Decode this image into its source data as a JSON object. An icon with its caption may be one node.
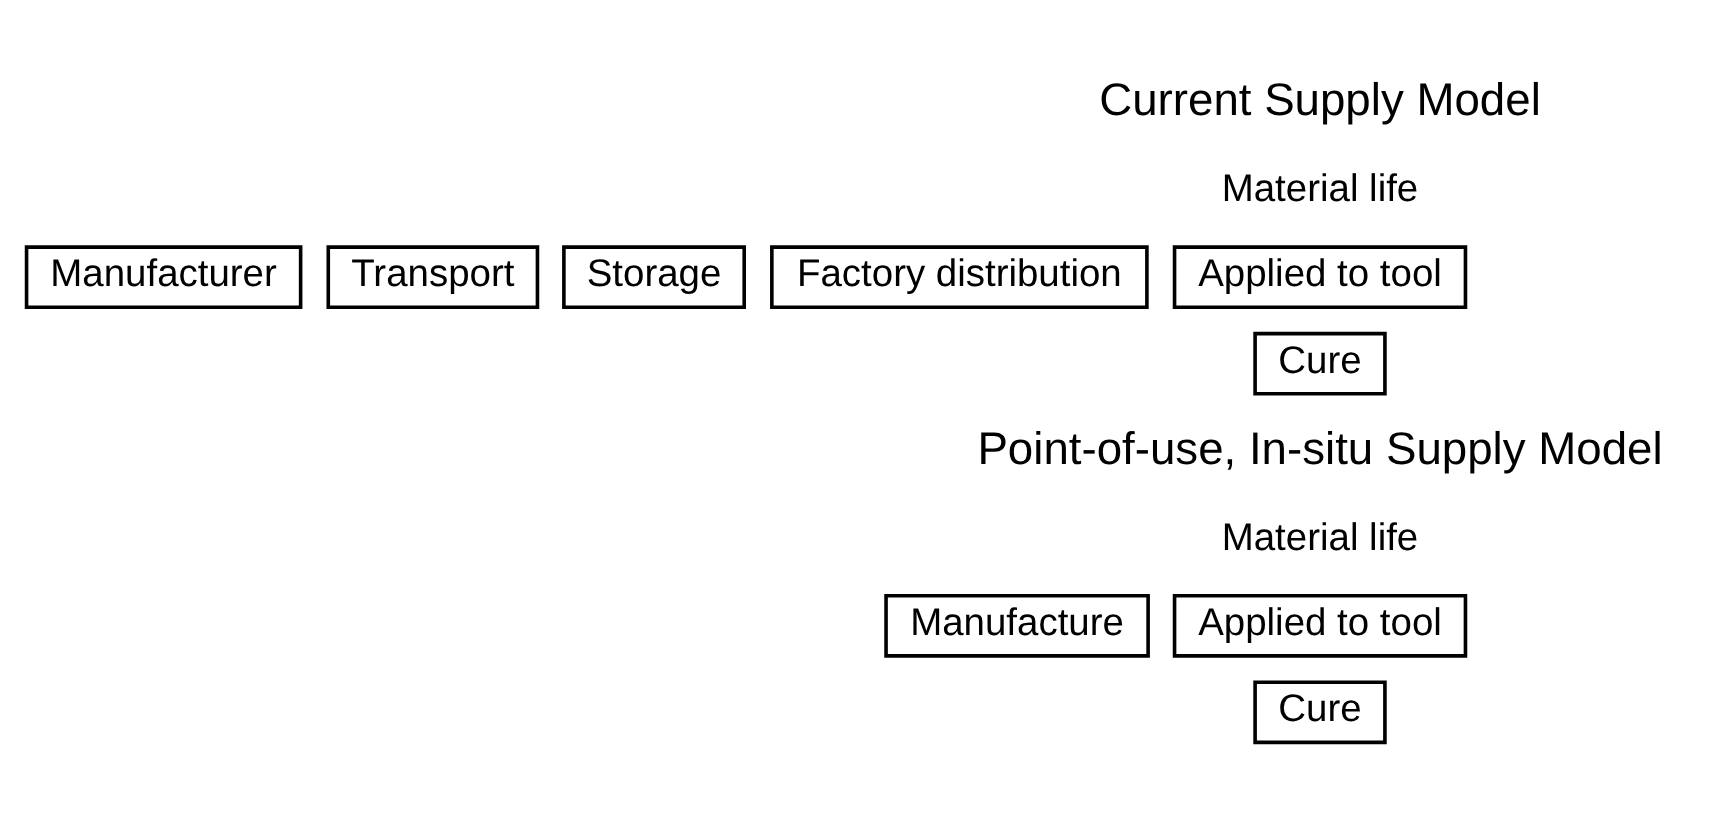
{
  "diagram": {
    "nodes": [
      {
        "text": [
          "Manufacturer"
        ]
      },
      {
        "text": [
          "Transport"
        ]
      },
      {
        "text": [
          "Storage"
        ]
      },
      {
        "text": [
          "Factory distribution"
        ]
      },
      {
        "text": [
          "Applied to tool"
        ]
      },
      {
        "text": [
          "Cure"
        ]
      },
      {
        "text": [
          "Manufacture"
        ]
      },
      {
        "text": [
          "Applied to tool"
        ]
      },
      {
        "text": [
          "Cure"
        ]
      }
    ],
    "edges": [],
    "labels": [
      "Current Supply Model",
      "Material life",
      "Point-of-use, In-situ Supply Model",
      "Material life"
    ]
  }
}
